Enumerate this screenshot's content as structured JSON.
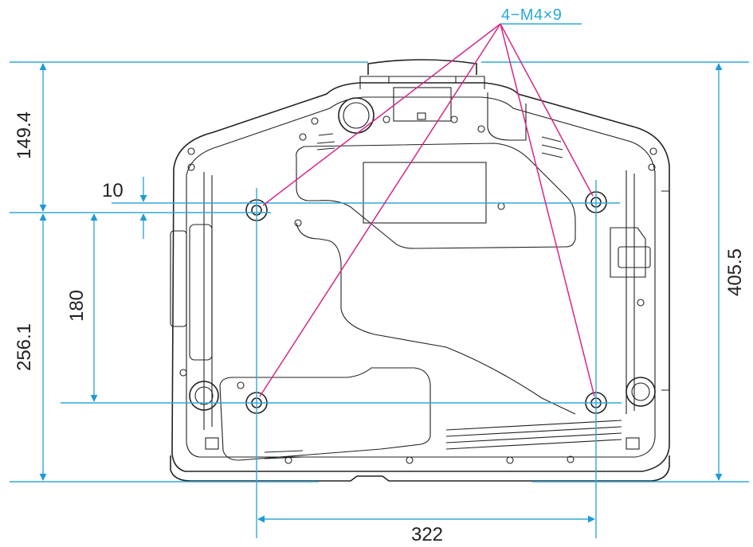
{
  "labels": {
    "screw_spec": "4−M4×9",
    "top_height": "149.4",
    "hole_offset": "10",
    "hole_vertical_spacing": "180",
    "bottom_height": "256.1",
    "total_height": "405.5",
    "hole_horizontal_spacing": "322"
  },
  "colors": {
    "dimension_line": "#32a8d6",
    "leader_line": "#d6268a",
    "outline": "#222222",
    "screw_text": "#29a9d8"
  },
  "icons": {
    "arrow": "filled-triangle-arrowhead"
  }
}
